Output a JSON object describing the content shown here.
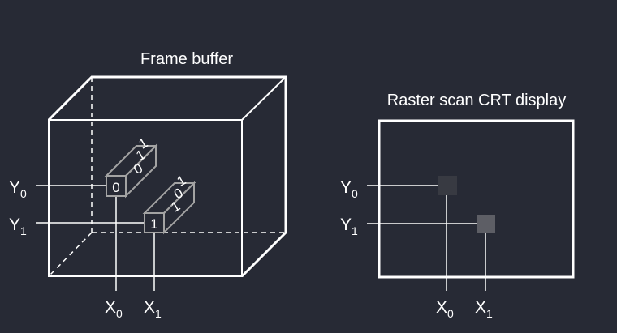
{
  "frame_buffer": {
    "title": "Frame buffer",
    "row_labels": [
      {
        "base": "Y",
        "sub": "0"
      },
      {
        "base": "Y",
        "sub": "1"
      }
    ],
    "col_labels": [
      {
        "base": "X",
        "sub": "0"
      },
      {
        "base": "X",
        "sub": "1"
      }
    ],
    "cells": [
      {
        "front_digit": "0",
        "depth_bits": [
          "0",
          "1",
          "1"
        ]
      },
      {
        "front_digit": "1",
        "depth_bits": [
          "1",
          "0",
          "1"
        ]
      }
    ]
  },
  "crt_display": {
    "title": "Raster scan CRT display",
    "row_labels": [
      {
        "base": "Y",
        "sub": "0"
      },
      {
        "base": "Y",
        "sub": "1"
      }
    ],
    "col_labels": [
      {
        "base": "X",
        "sub": "0"
      },
      {
        "base": "X",
        "sub": "1"
      }
    ],
    "pixels": [
      {
        "color": "#383a42"
      },
      {
        "color": "#5d5e65"
      }
    ]
  },
  "colors": {
    "background": "#272a35",
    "line": "#ffffff",
    "cell_outline": "#a3a3a3"
  }
}
